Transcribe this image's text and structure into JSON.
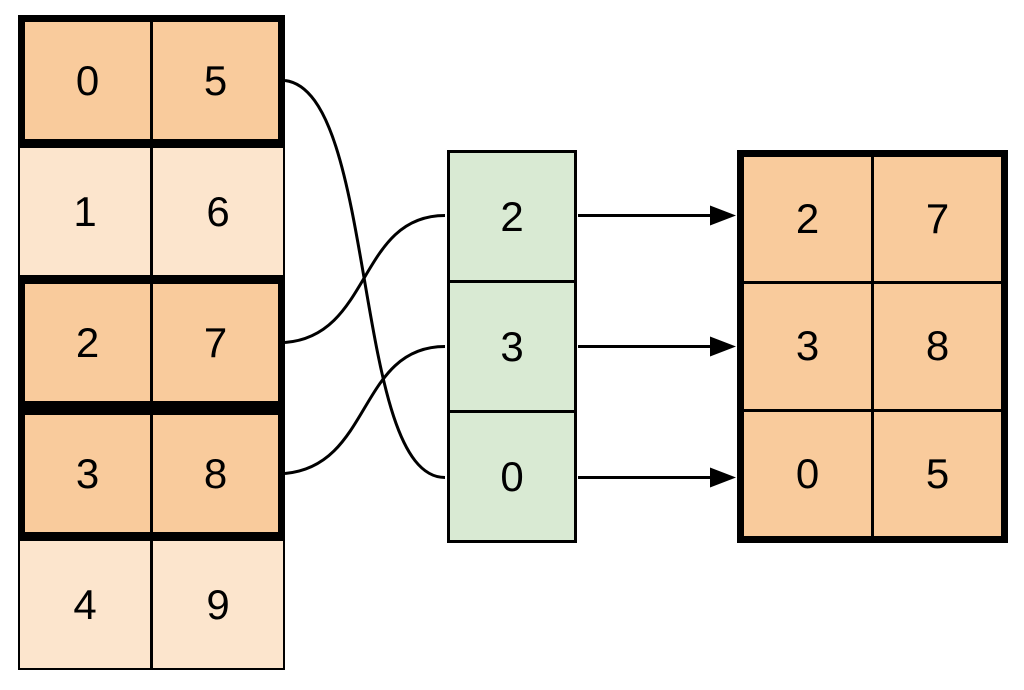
{
  "diagram": {
    "left_table": {
      "rows": [
        {
          "cells": [
            "0",
            "5"
          ],
          "highlighted": true
        },
        {
          "cells": [
            "1",
            "6"
          ],
          "highlighted": false
        },
        {
          "cells": [
            "2",
            "7"
          ],
          "highlighted": true
        },
        {
          "cells": [
            "3",
            "8"
          ],
          "highlighted": true
        },
        {
          "cells": [
            "4",
            "9"
          ],
          "highlighted": false
        }
      ]
    },
    "index_column": {
      "cells": [
        "2",
        "3",
        "0"
      ]
    },
    "result_table": {
      "rows": [
        {
          "cells": [
            "2",
            "7"
          ]
        },
        {
          "cells": [
            "3",
            "8"
          ]
        },
        {
          "cells": [
            "0",
            "5"
          ]
        }
      ]
    },
    "colors": {
      "highlight_fill": "#f9cb9c",
      "normal_fill": "#fce5cd",
      "index_fill": "#d9ead3",
      "line": "#000000"
    }
  }
}
